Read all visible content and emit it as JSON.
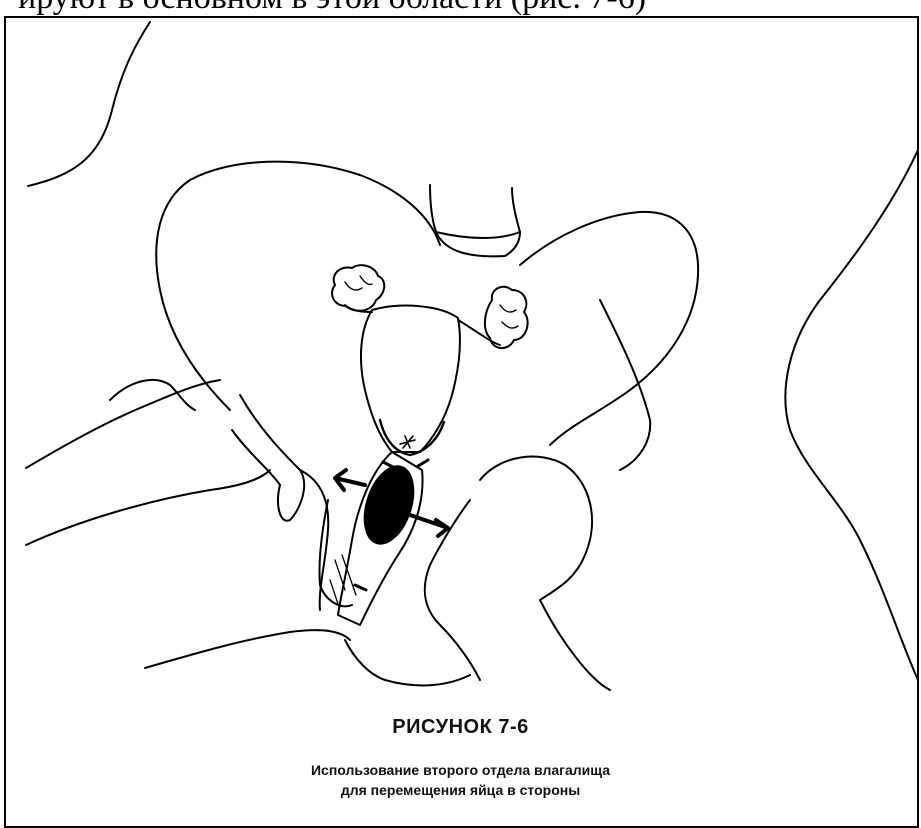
{
  "page": {
    "top_text": "ируют в основном в этой области (рис. 7-6)"
  },
  "figure": {
    "number_label": "РИСУНОК 7-6",
    "caption_line_1": "Использование второго отдела влагалища",
    "caption_line_2": "для перемещения яйца в стороны",
    "colors": {
      "line": "#000000",
      "fill_dark": "#000000",
      "background": "#ffffff"
    }
  }
}
